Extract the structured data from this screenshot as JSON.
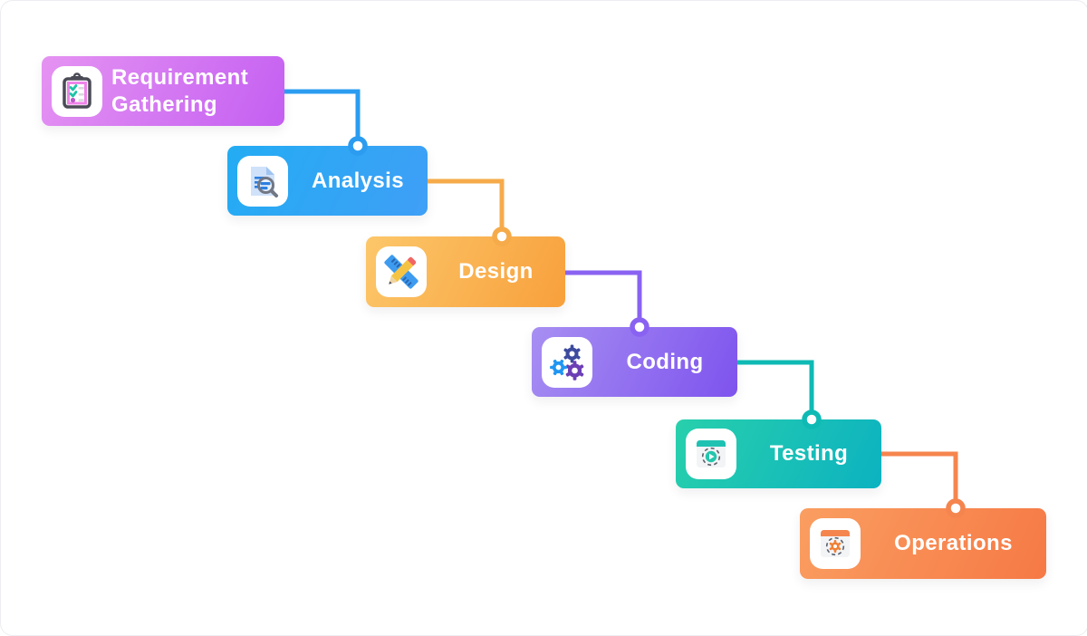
{
  "diagram": {
    "stages": [
      {
        "label": "Requirement Gathering",
        "icon": "clipboard-checklist-icon",
        "color_start": "#e593f2",
        "color_end": "#c45ff2"
      },
      {
        "label": "Analysis",
        "icon": "document-magnifier-icon",
        "color_start": "#23acf3",
        "color_end": "#3f9ff6"
      },
      {
        "label": "Design",
        "icon": "ruler-pencil-icon",
        "color_start": "#fcc76a",
        "color_end": "#f8a03c"
      },
      {
        "label": "Coding",
        "icon": "gears-icon",
        "color_start": "#a78ff2",
        "color_end": "#7e53ee"
      },
      {
        "label": "Testing",
        "icon": "browser-play-icon",
        "color_start": "#28d0ac",
        "color_end": "#0cb2c0"
      },
      {
        "label": "Operations",
        "icon": "browser-gear-icon",
        "color_start": "#fa9e61",
        "color_end": "#f67945"
      }
    ],
    "connectors": [
      {
        "from": "Requirement Gathering",
        "to": "Analysis",
        "color": "#2b9cf0"
      },
      {
        "from": "Analysis",
        "to": "Design",
        "color": "#f6ab4a"
      },
      {
        "from": "Design",
        "to": "Coding",
        "color": "#8a62f2"
      },
      {
        "from": "Coding",
        "to": "Testing",
        "color": "#0fbab4"
      },
      {
        "from": "Testing",
        "to": "Operations",
        "color": "#f5854e"
      }
    ]
  }
}
